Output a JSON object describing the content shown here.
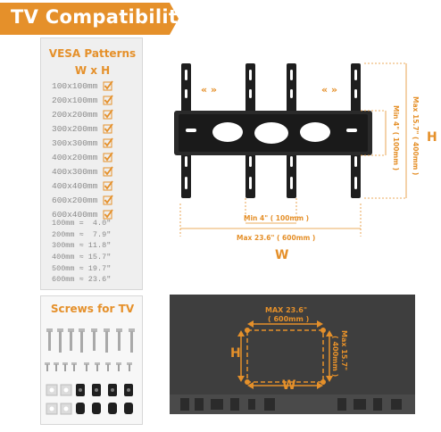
{
  "banner": {
    "title": "TV  Compatibility"
  },
  "colors": {
    "accent": "#e5902a",
    "dark": "#1e1e1e",
    "tv": "#3e3e3e"
  },
  "vesa": {
    "title": "VESA Patterns",
    "subtitle": "W x H",
    "patterns": [
      "100x100mm",
      "200x100mm",
      "200x200mm",
      "300x200mm",
      "300x300mm",
      "400x200mm",
      "400x300mm",
      "400x400mm",
      "600x200mm",
      "600x400mm"
    ],
    "conversions": [
      "100mm =  4.0\"",
      "200mm ≈  7.9\"",
      "300mm ≈ 11.8\"",
      "400mm ≈ 15.7\"",
      "500mm ≈ 19.7\"",
      "600mm ≈ 23.6\""
    ]
  },
  "screws": {
    "title": "Screws for TV"
  },
  "mount_dims": {
    "min_w": "Min  4\"  ( 100mm )",
    "max_w": "Max  23.6\"  ( 600mm )",
    "w": "W",
    "h": "H",
    "min_h": "Min  4\"  ( 100mm )",
    "max_h": "Max  15.7\"  ( 400mm )",
    "arrows_left": "«   »",
    "arrows_right": "«   »"
  },
  "tv_dims": {
    "max_w_line1": "MAX  23.6\"",
    "max_w_line2": "( 600mm )",
    "max_h_line1": "Max  15.7\"",
    "max_h_line2": "( 400mm )",
    "h": "H",
    "w": "W"
  }
}
